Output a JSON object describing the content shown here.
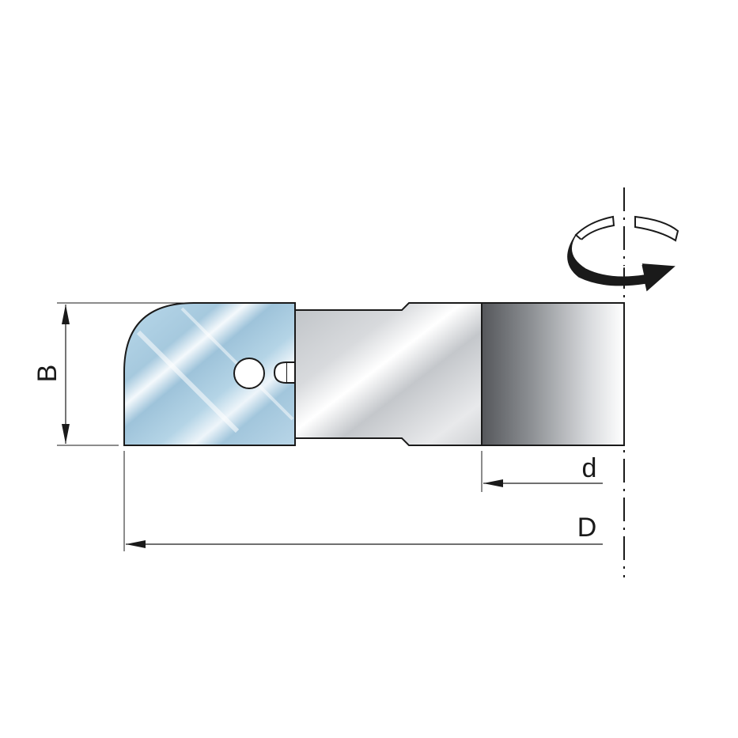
{
  "diagram": {
    "dimensions": {
      "height_label": "B",
      "bore_label": "d",
      "outer_label": "D"
    },
    "icons": {
      "rotation": "rotation-arrow-icon"
    },
    "colors": {
      "cutter_blue": "#a9cde3",
      "body_steel": "#c9ccd0",
      "hub_dark": "#5a5c60",
      "outline": "#1a1a1a"
    }
  }
}
